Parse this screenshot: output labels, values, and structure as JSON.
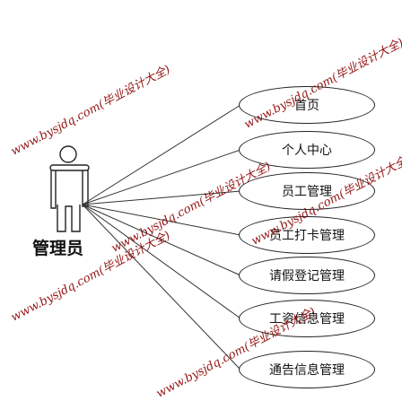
{
  "actor": {
    "label": "管理员"
  },
  "use_cases": [
    {
      "label": "首页"
    },
    {
      "label": "个人中心"
    },
    {
      "label": "员工管理"
    },
    {
      "label": "员工打卡管理"
    },
    {
      "label": "请假登记管理"
    },
    {
      "label": "工资信息管理"
    },
    {
      "label": "通告信息管理"
    }
  ],
  "watermark": {
    "text": "www.bysjdq.com(毕业设计大全)",
    "color": "#8a0000"
  }
}
